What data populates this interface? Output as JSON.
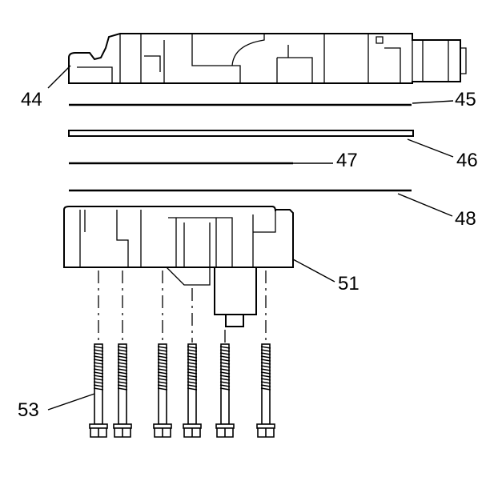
{
  "callouts": {
    "c44": "44",
    "c45": "45",
    "c46": "46",
    "c47": "47",
    "c48": "48",
    "c51": "51",
    "c53": "53"
  },
  "colors": {
    "line": "#000000",
    "background": "#ffffff"
  }
}
